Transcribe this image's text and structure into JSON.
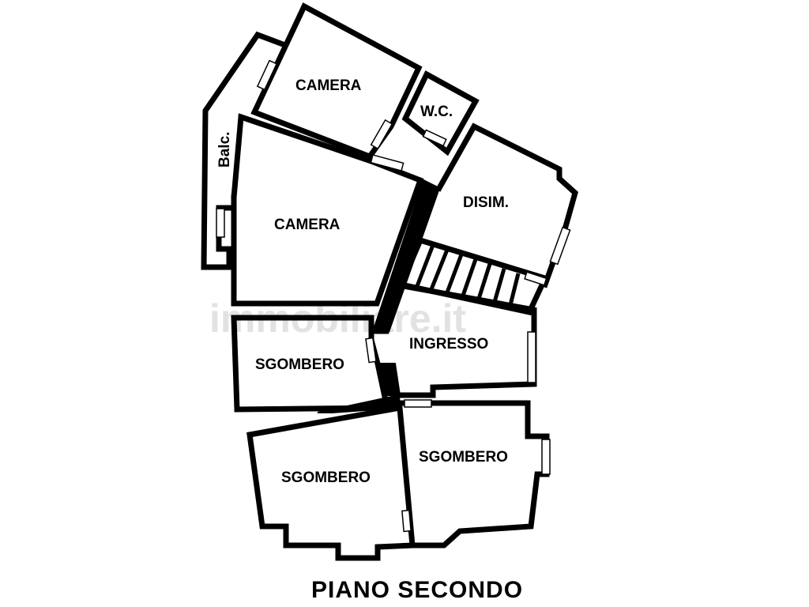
{
  "floor": {
    "title": "PIANO SECONDO"
  },
  "watermark": {
    "text": "immobiliare.it"
  },
  "rooms": {
    "camera_top": "CAMERA",
    "wc": "W.C.",
    "balcony": "Balc.",
    "camera_main": "CAMERA",
    "disimpegno": "DISIM.",
    "ingresso": "INGRESSO",
    "sgombero_left": "SGOMBERO",
    "sgombero_bottom_left": "SGOMBERO",
    "sgombero_bottom_right": "SGOMBERO"
  },
  "colors": {
    "wall": "#000000",
    "background": "#ffffff",
    "watermark": "#d9d9d9"
  }
}
